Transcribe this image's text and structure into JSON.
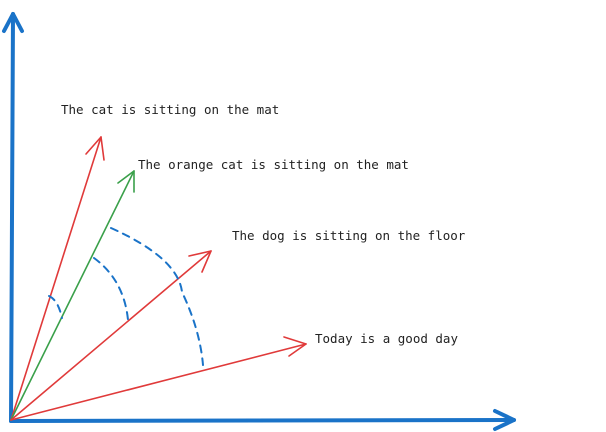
{
  "colors": {
    "axis": "#1a73c8",
    "vector_red": "#e03a3a",
    "vector_green": "#3aa04a",
    "angle_arc": "#1a73c8",
    "text": "#222222"
  },
  "vectors": [
    {
      "id": "cat",
      "label": "The cat is sitting on the mat",
      "color": "#e03a3a"
    },
    {
      "id": "orange-cat",
      "label": "The orange cat is sitting on the mat",
      "color": "#3aa04a"
    },
    {
      "id": "dog",
      "label": "The dog is sitting on the floor",
      "color": "#e03a3a"
    },
    {
      "id": "today",
      "label": "Today is a good day",
      "color": "#e03a3a"
    }
  ]
}
